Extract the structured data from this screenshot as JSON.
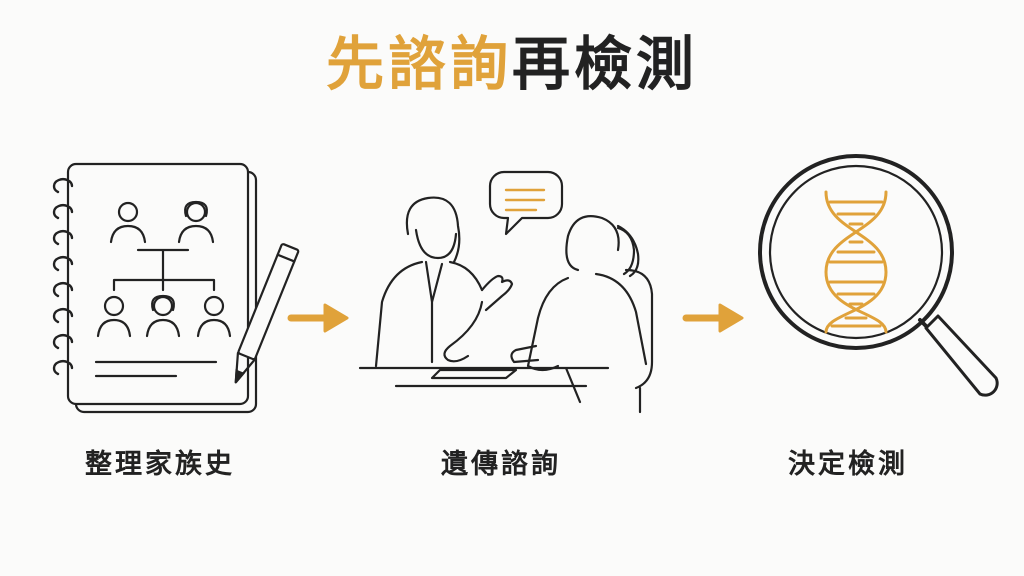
{
  "title": {
    "accent_text": "先諮詢",
    "dark_text": "再檢測"
  },
  "steps": [
    {
      "label": "整理家族史",
      "icon": "family-tree-notebook-icon"
    },
    {
      "label": "遺傳諮詢",
      "icon": "counseling-conversation-icon"
    },
    {
      "label": "決定檢測",
      "icon": "dna-magnifier-icon"
    }
  ],
  "colors": {
    "accent": "#e0a23a",
    "ink": "#222222",
    "background": "#fbfbfa"
  }
}
